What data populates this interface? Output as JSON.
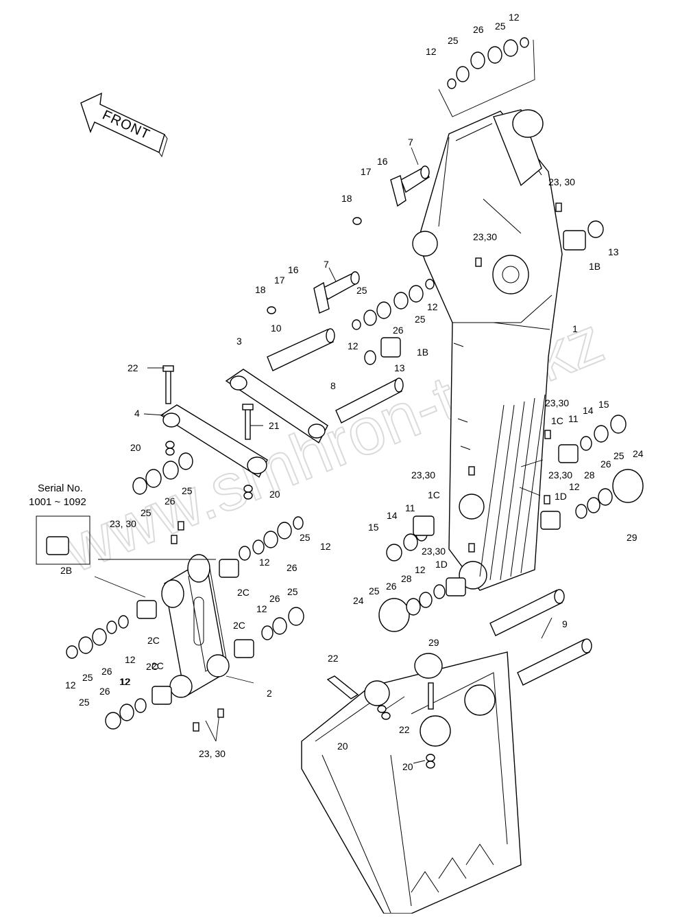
{
  "watermark": "www.smhron-too.kz",
  "front_label": "FRONT",
  "serial": {
    "title": "Serial No.",
    "range": "1001 ~ 1092",
    "part": "2B"
  },
  "callouts": [
    {
      "id": "c1",
      "text": "12"
    },
    {
      "id": "c2",
      "text": "25"
    },
    {
      "id": "c3",
      "text": "26"
    },
    {
      "id": "c4",
      "text": "25"
    },
    {
      "id": "c5",
      "text": "12"
    },
    {
      "id": "c6",
      "text": "7"
    },
    {
      "id": "c7",
      "text": "16"
    },
    {
      "id": "c8",
      "text": "17"
    },
    {
      "id": "c9",
      "text": "18"
    },
    {
      "id": "c10",
      "text": "23, 30"
    },
    {
      "id": "c11",
      "text": "23,30"
    },
    {
      "id": "c12",
      "text": "13"
    },
    {
      "id": "c13",
      "text": "1B"
    },
    {
      "id": "c14",
      "text": "7"
    },
    {
      "id": "c15",
      "text": "16"
    },
    {
      "id": "c16",
      "text": "17"
    },
    {
      "id": "c17",
      "text": "18"
    },
    {
      "id": "c18",
      "text": "25"
    },
    {
      "id": "c19",
      "text": "12"
    },
    {
      "id": "c20",
      "text": "25"
    },
    {
      "id": "c21",
      "text": "10"
    },
    {
      "id": "c22",
      "text": "26"
    },
    {
      "id": "c23",
      "text": "12"
    },
    {
      "id": "c24",
      "text": "1B"
    },
    {
      "id": "c25",
      "text": "13"
    },
    {
      "id": "c26",
      "text": "1"
    },
    {
      "id": "c27",
      "text": "3"
    },
    {
      "id": "c28",
      "text": "22"
    },
    {
      "id": "c29",
      "text": "8"
    },
    {
      "id": "c30",
      "text": "4"
    },
    {
      "id": "c31",
      "text": "21"
    },
    {
      "id": "c32",
      "text": "20"
    },
    {
      "id": "c33",
      "text": "25"
    },
    {
      "id": "c34",
      "text": "26"
    },
    {
      "id": "c35",
      "text": "25"
    },
    {
      "id": "c36",
      "text": "20"
    },
    {
      "id": "c37",
      "text": "23, 30"
    },
    {
      "id": "c38",
      "text": "23,30"
    },
    {
      "id": "c39",
      "text": "15"
    },
    {
      "id": "c40",
      "text": "14"
    },
    {
      "id": "c41",
      "text": "1C"
    },
    {
      "id": "c42",
      "text": "11"
    },
    {
      "id": "c43",
      "text": "23,30"
    },
    {
      "id": "c44",
      "text": "28"
    },
    {
      "id": "c45",
      "text": "26"
    },
    {
      "id": "c46",
      "text": "25"
    },
    {
      "id": "c47",
      "text": "24"
    },
    {
      "id": "c48",
      "text": "12"
    },
    {
      "id": "c49",
      "text": "1D"
    },
    {
      "id": "c50",
      "text": "29"
    },
    {
      "id": "c51",
      "text": "23,30"
    },
    {
      "id": "c52",
      "text": "1C"
    },
    {
      "id": "c53",
      "text": "14"
    },
    {
      "id": "c54",
      "text": "11"
    },
    {
      "id": "c55",
      "text": "15"
    },
    {
      "id": "c56",
      "text": "23,30"
    },
    {
      "id": "c57",
      "text": "1D"
    },
    {
      "id": "c58",
      "text": "12"
    },
    {
      "id": "c59",
      "text": "28"
    },
    {
      "id": "c60",
      "text": "26"
    },
    {
      "id": "c61",
      "text": "25"
    },
    {
      "id": "c62",
      "text": "24"
    },
    {
      "id": "c63",
      "text": "29"
    },
    {
      "id": "c64",
      "text": "9"
    },
    {
      "id": "c65",
      "text": "12"
    },
    {
      "id": "c66",
      "text": "25"
    },
    {
      "id": "c67",
      "text": "12"
    },
    {
      "id": "c68",
      "text": "26"
    },
    {
      "id": "c69",
      "text": "2C"
    },
    {
      "id": "c70",
      "text": "12"
    },
    {
      "id": "c71",
      "text": "2C"
    },
    {
      "id": "c72",
      "text": "26"
    },
    {
      "id": "c73",
      "text": "25"
    },
    {
      "id": "c74",
      "text": "12"
    },
    {
      "id": "c75",
      "text": "2C"
    },
    {
      "id": "c76",
      "text": "12"
    },
    {
      "id": "c77",
      "text": "25"
    },
    {
      "id": "c78",
      "text": "26"
    },
    {
      "id": "c79",
      "text": "12"
    },
    {
      "id": "c80",
      "text": "2C"
    },
    {
      "id": "c81",
      "text": "2C"
    },
    {
      "id": "c82",
      "text": "12"
    },
    {
      "id": "c83",
      "text": "26"
    },
    {
      "id": "c84",
      "text": "25"
    },
    {
      "id": "c85",
      "text": "2"
    },
    {
      "id": "c86",
      "text": "23, 30"
    },
    {
      "id": "c87",
      "text": "22"
    },
    {
      "id": "c88",
      "text": "20"
    },
    {
      "id": "c89",
      "text": "22"
    },
    {
      "id": "c90",
      "text": "20"
    }
  ]
}
